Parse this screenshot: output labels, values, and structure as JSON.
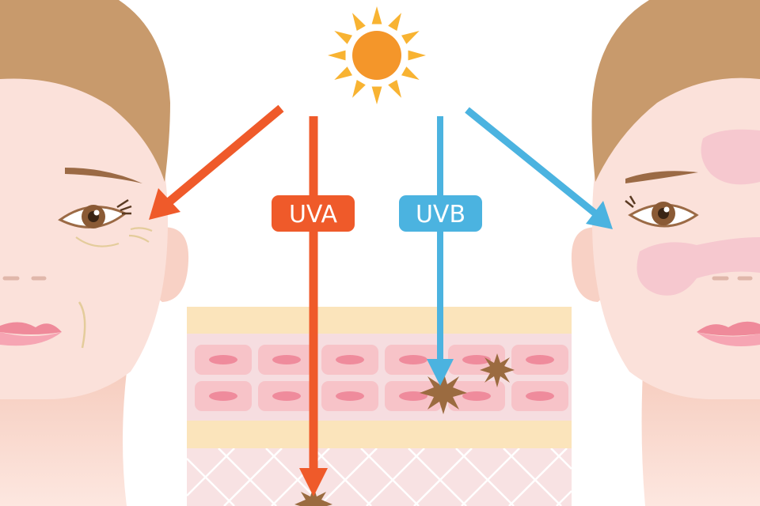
{
  "labels": {
    "uva": "UVA",
    "uvb": "UVB"
  },
  "colors": {
    "uva": "#ef5a2a",
    "uvb": "#4bb3e0",
    "sun_core": "#f4962a",
    "sun_rays": "#f8b332",
    "skin_face": "#fbe1da",
    "hair": "#c89a6c",
    "epidermis_bg": "#f6dde0",
    "cell": "#f7c3c8",
    "nucleus": "#ef8b9c",
    "fat_layer": "#fbe4bb",
    "dermis": "#f8e2e3",
    "damage_spot": "#9b6b40",
    "redness": "#f5c3cc"
  },
  "icons": [
    "sun-icon",
    "uva-arrow-icon",
    "uvb-arrow-icon",
    "damage-spot-icon"
  ],
  "faces": [
    "aged-face-wrinkles",
    "sunburned-face-redness"
  ]
}
